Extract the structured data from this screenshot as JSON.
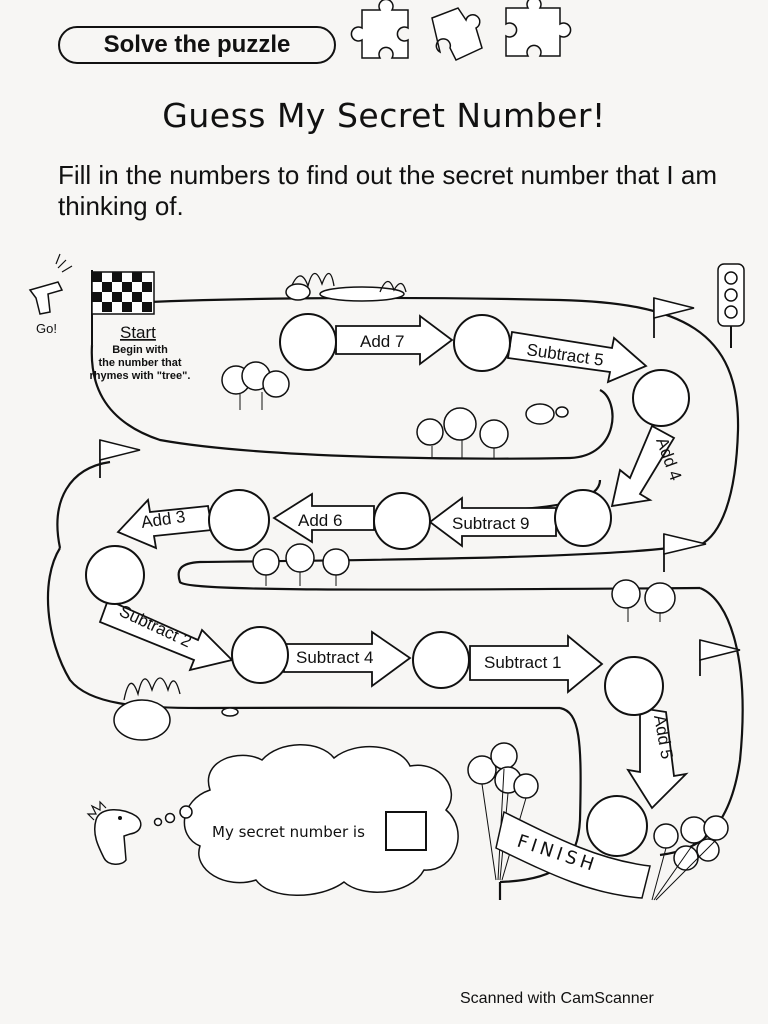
{
  "header": {
    "badge": "Solve the puzzle",
    "title": "Guess My Secret Number!",
    "instructions": "Fill in the numbers to find out the secret number that I am thinking of."
  },
  "board": {
    "go_label": "Go!",
    "start_label": "Start",
    "start_hint": [
      "Begin with",
      "the number that",
      "rhymes with \"tree\"."
    ],
    "steps": [
      "Add 7",
      "Subtract 5",
      "Add 4",
      "Subtract 9",
      "Add 6",
      "Add 3",
      "Subtract 2",
      "Subtract 4",
      "Subtract 1",
      "Add 5"
    ],
    "finish_label": "FINISH",
    "secret_prompt": "My secret number is"
  },
  "footer": {
    "scanner": "Scanned with CamScanner"
  }
}
